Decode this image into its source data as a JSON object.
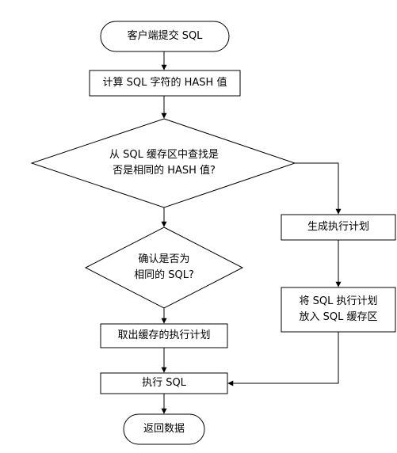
{
  "flow": {
    "start": "客户端提交 SQL",
    "compute_hash": "计算 SQL 字符的 HASH 值",
    "decision1_line1": "从 SQL 缓存区中查找是",
    "decision1_line2": "否是相同的 HASH 值?",
    "generate_plan": "生成执行计划",
    "decision2_line1": "确认是否为",
    "decision2_line2": "相同的 SQL?",
    "take_plan": "取出缓存的执行计划",
    "cache_plan_line1": "将 SQL 执行计划",
    "cache_plan_line2": "放入 SQL 缓存区",
    "execute": "执行 SQL",
    "end": "返回数据"
  }
}
